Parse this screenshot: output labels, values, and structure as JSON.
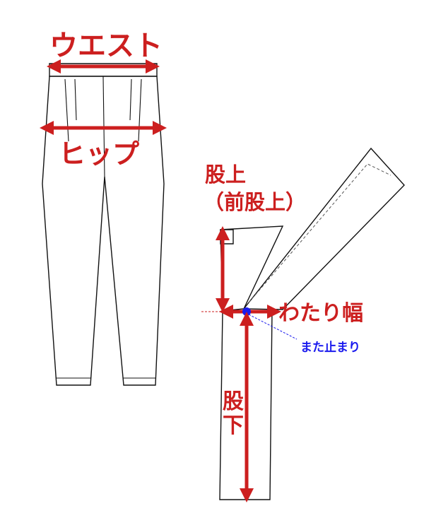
{
  "labels": {
    "waist": "ウエスト",
    "hip": "ヒップ",
    "rise": "股上",
    "front_rise": "（前股上）",
    "thigh_width": "わたり幅",
    "crotch_point": "また止まり",
    "inseam_1": "股",
    "inseam_2": "下"
  },
  "colors": {
    "measure": "#cc1f1f",
    "marker": "#1a1aee",
    "outline": "#111111"
  }
}
